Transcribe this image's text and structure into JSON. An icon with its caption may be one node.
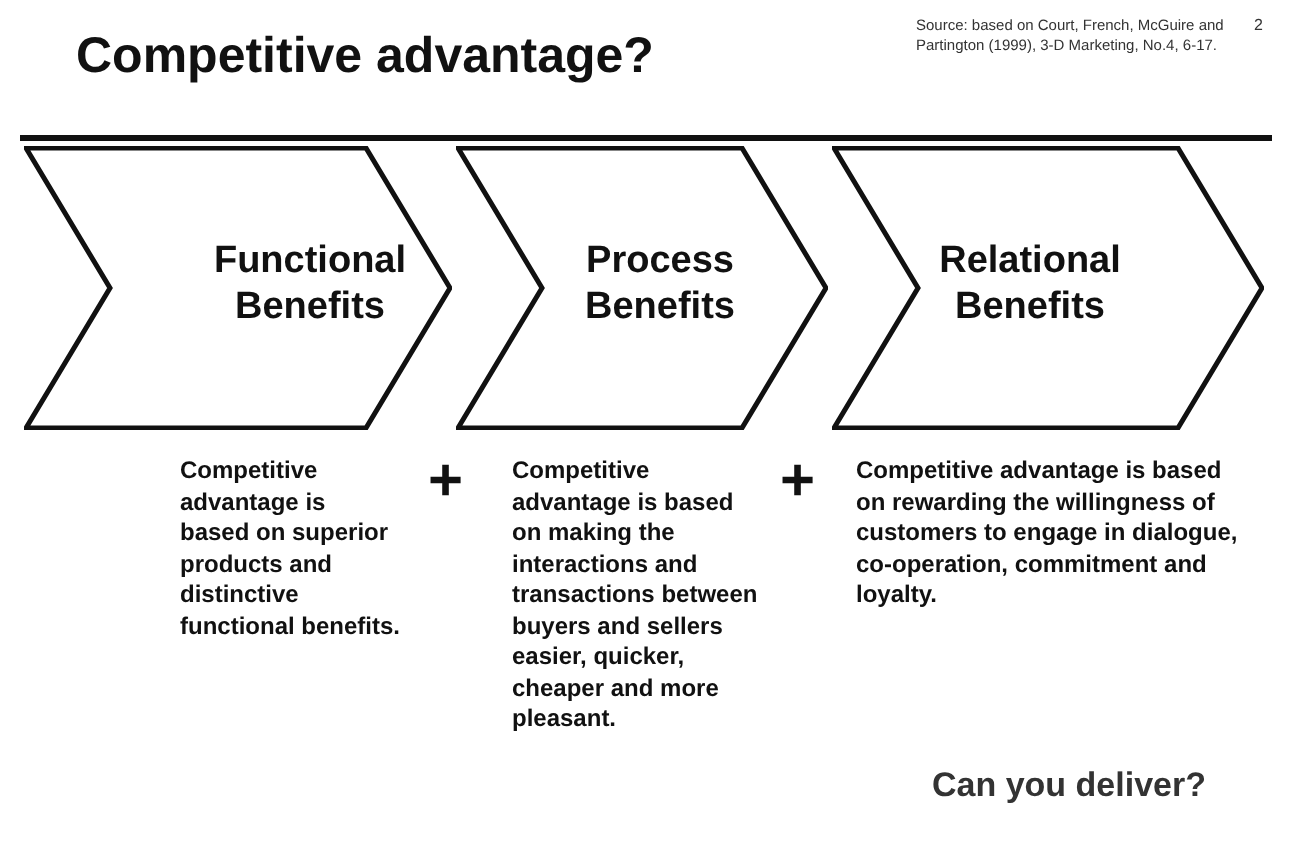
{
  "diagram": {
    "title": "Competitive advantage?",
    "nodes": [
      {
        "text": [
          "Functional Benefits"
        ],
        "beside": [
          "Competitive advantage is based on superior products and distinctive functional benefits."
        ]
      },
      {
        "text": [
          "Process Benefits"
        ],
        "beside": [
          "Competitive advantage is based on making the interactions and transactions between buyers and sellers easier, quicker, cheaper and more pleasant."
        ]
      },
      {
        "text": [
          "Relational Benefits"
        ],
        "beside": [
          "Competitive advantage is based on rewarding the willingness of customers to engage in dialogue, co-operation, commitment and loyalty."
        ]
      }
    ],
    "edges": [],
    "labels": [
      "Source: based on Court, French, McGuire and Partington (1999), 3-D Marketing, No.4, 6-17.",
      "2",
      "+",
      "+",
      "Can you deliver?"
    ]
  }
}
